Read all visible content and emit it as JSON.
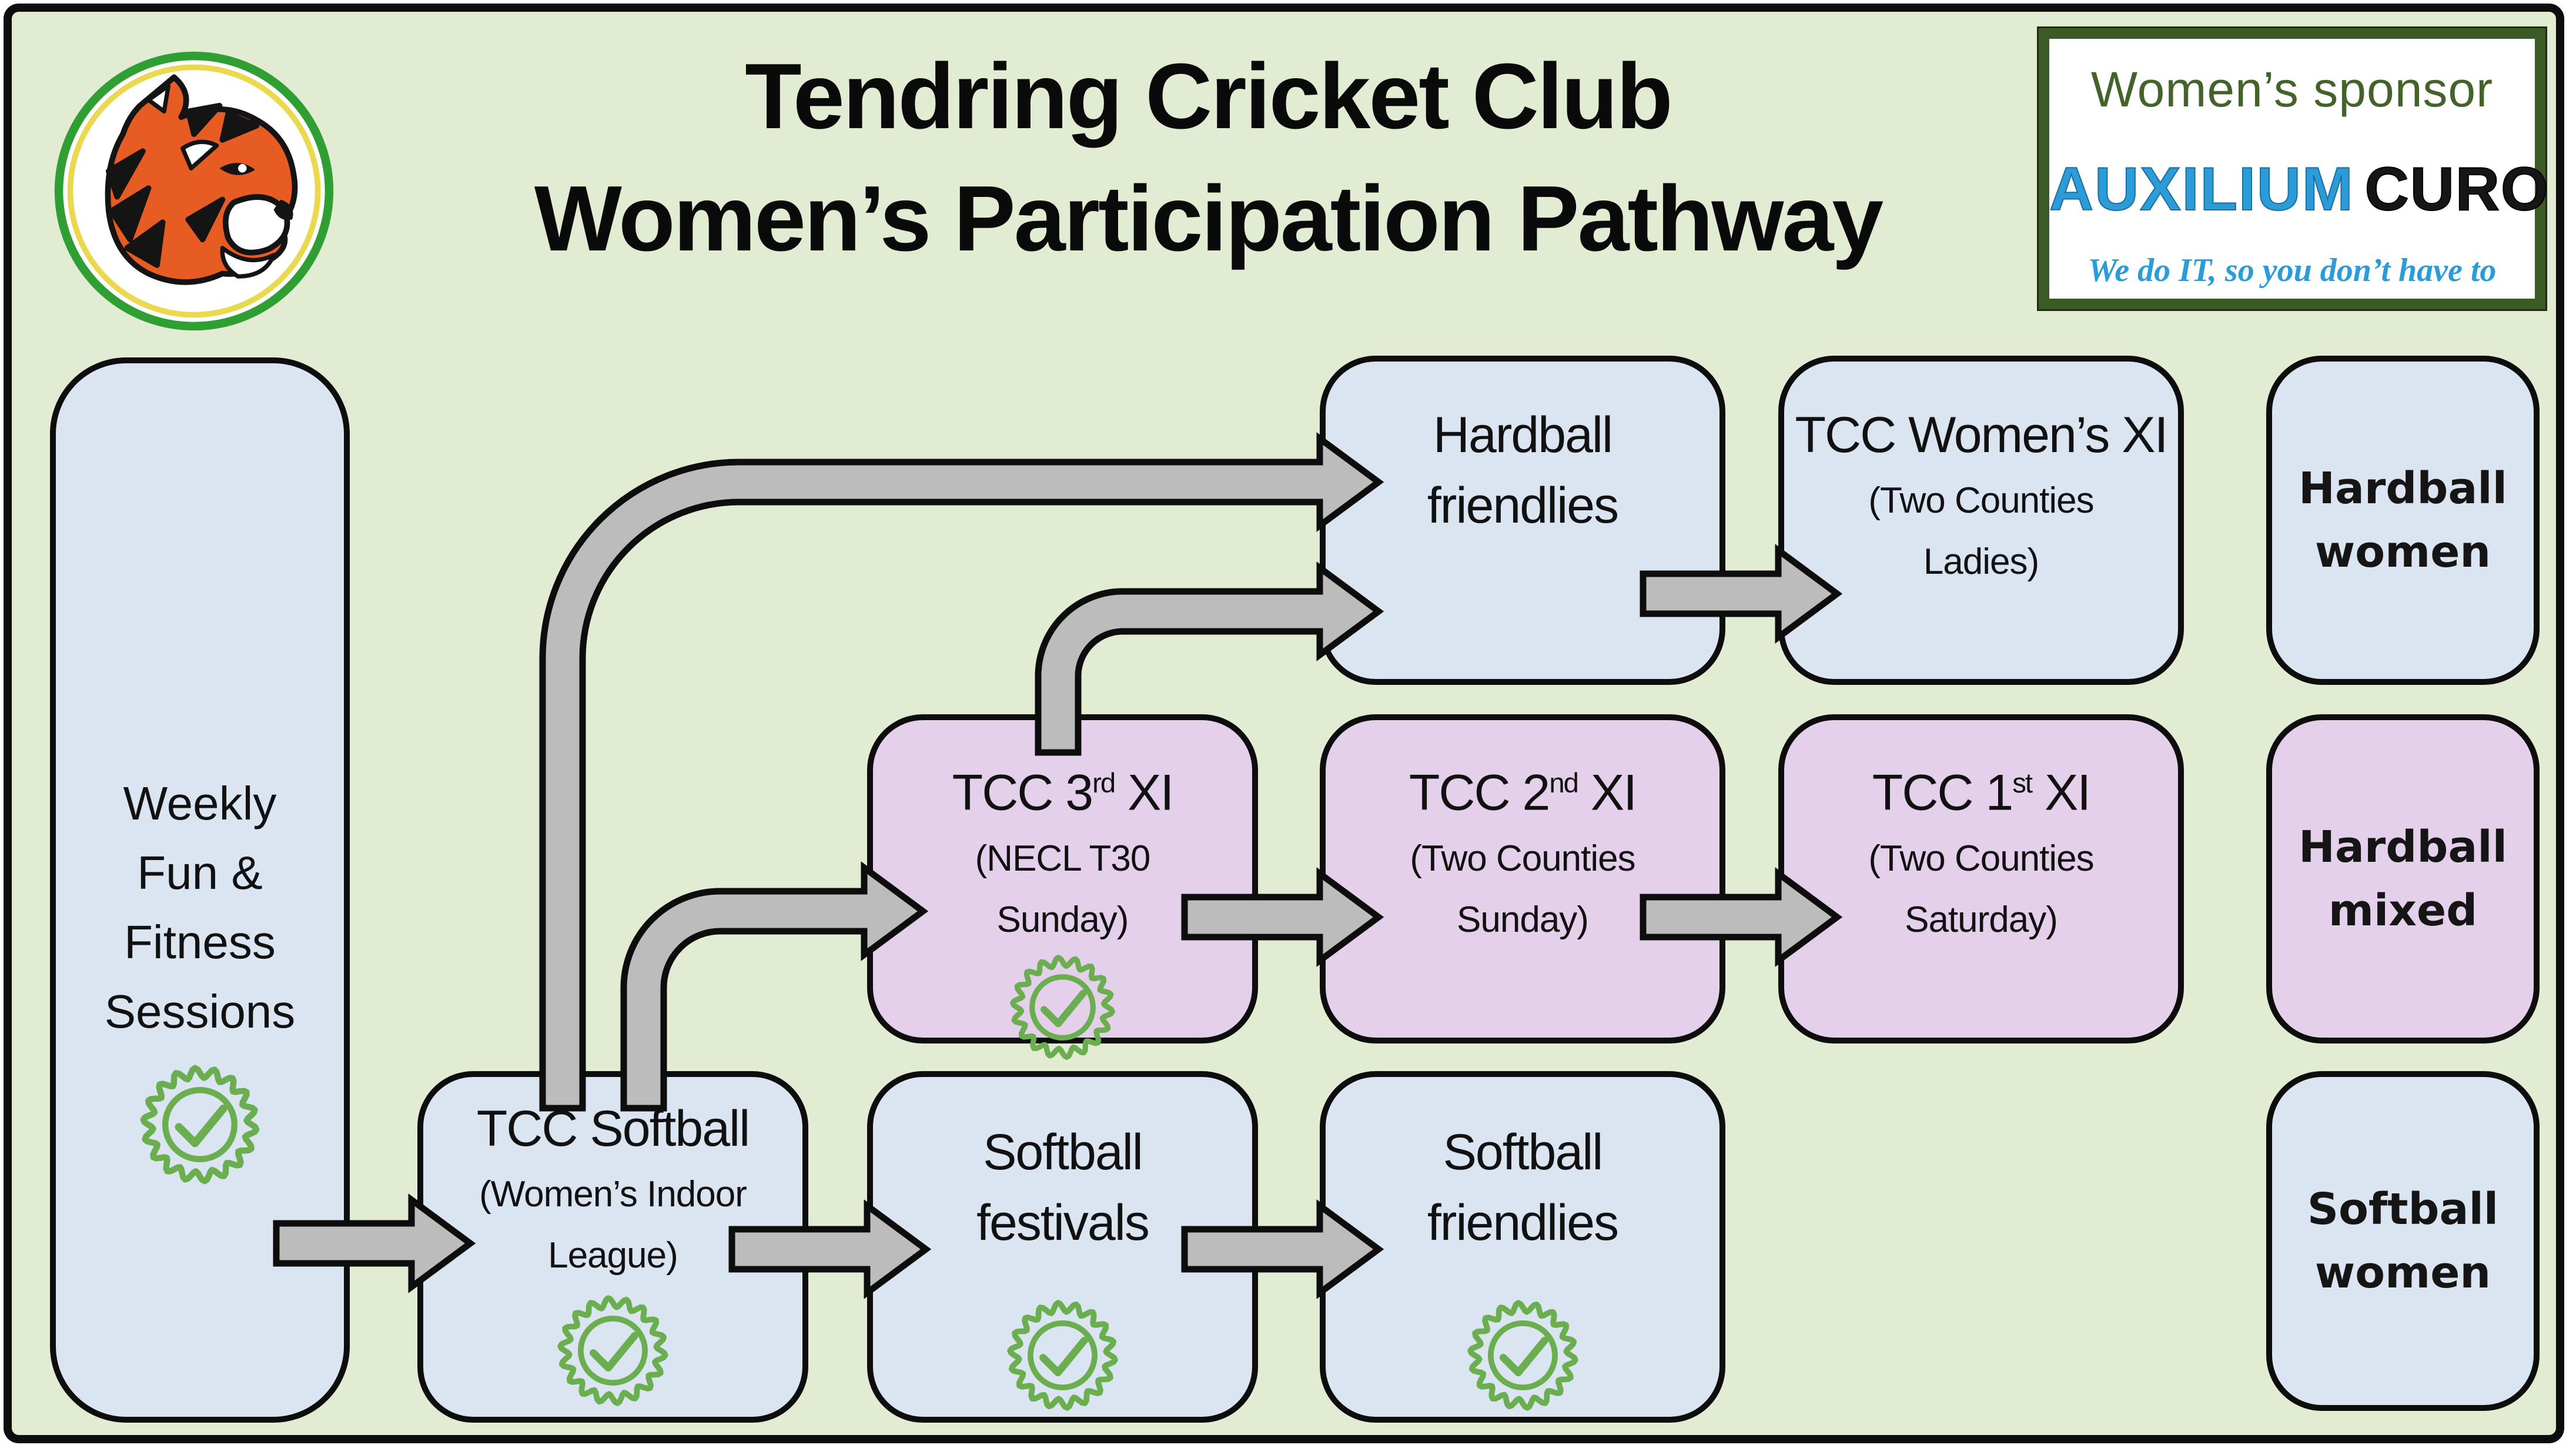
{
  "title": {
    "line1": "Tendring Cricket Club",
    "line2": "Women’s Participation Pathway"
  },
  "sponsor": {
    "heading": "Women’s sponsor",
    "brand_primary": "AUXILIUM",
    "brand_secondary": "CURO",
    "tagline": "We do IT, so you don’t have to"
  },
  "icons": {
    "logo": "tiger-crest-icon",
    "badge": "rosette-check-icon"
  },
  "colors": {
    "background": "#e1ecd3",
    "box_blue": "#dbe5f2",
    "box_purple": "#e4d0eb",
    "outline": "#0d0d0d",
    "arrow_fill": "#bcbcbc",
    "badge_green": "#6aae4f",
    "sponsor_green": "#44632a",
    "sponsor_border": "#3c5a25",
    "brand_blue": "#2c9cd9"
  },
  "boxes": {
    "weekly": {
      "lines": [
        "Weekly",
        "Fun &",
        "Fitness",
        "Sessions"
      ],
      "badge_icon": "rosette-check-icon"
    },
    "softball": {
      "title": "TCC Softball",
      "sub": [
        "(Women’s Indoor",
        "League)"
      ],
      "badge_icon": "rosette-check-icon"
    },
    "festivals": {
      "lines": [
        "Softball",
        "festivals"
      ],
      "badge_icon": "rosette-check-icon"
    },
    "soft_friendlies": {
      "lines": [
        "Softball",
        "friendlies"
      ],
      "badge_icon": "rosette-check-icon"
    },
    "xi3": {
      "title_pre": "TCC 3",
      "title_sup": "rd",
      "title_post": " XI",
      "sub": [
        "(NECL T30",
        "Sunday)"
      ],
      "badge_icon": "rosette-check-icon"
    },
    "xi2": {
      "title_pre": "TCC 2",
      "title_sup": "nd",
      "title_post": " XI",
      "sub": [
        "(Two Counties",
        "Sunday)"
      ]
    },
    "xi1": {
      "title_pre": "TCC 1",
      "title_sup": "st",
      "title_post": " XI",
      "sub": [
        "(Two Counties",
        "Saturday)"
      ]
    },
    "hard_friendlies": {
      "lines": [
        "Hardball",
        "friendlies"
      ]
    },
    "womens_xi": {
      "title": "TCC Women’s XI",
      "sub": [
        "(Two Counties",
        "Ladies)"
      ]
    }
  },
  "legend": [
    {
      "line1": "Hardball",
      "line2": "women",
      "variant": "blue"
    },
    {
      "line1": "Hardball",
      "line2": "mixed",
      "variant": "purple"
    },
    {
      "line1": "Softball",
      "line2": "women",
      "variant": "blue"
    }
  ]
}
